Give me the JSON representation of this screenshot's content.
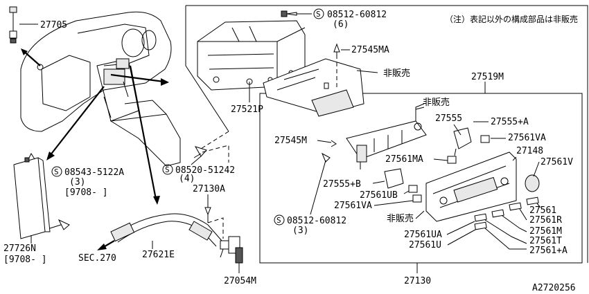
{
  "note": "（注）表記以外の構成部品は非販売",
  "figure_id": "A2720256",
  "labels": {
    "p27705": "27705",
    "b08512_60812_top": "08512-60812",
    "b08512_60812_top_qty": "(6)",
    "p27545MA": "27545MA",
    "not_sold_1": "非販売",
    "p27521P": "27521P",
    "p27519M": "27519M",
    "not_sold_2": "非販売",
    "p27555": "27555",
    "p27555A": "27555+A",
    "p27561VA_top": "27561VA",
    "p27545M": "27545M",
    "p27148": "27148",
    "p27561MA": "27561MA",
    "p27561V": "27561V",
    "p27555B": "27555+B",
    "p27561UB": "27561UB",
    "p27561VA_mid": "27561VA",
    "b08512_60812_mid": "08512-60812",
    "b08512_60812_mid_qty": "(3)",
    "not_sold_3": "非販売",
    "p27561": "27561",
    "p27561R": "27561R",
    "p27561M": "27561M",
    "p27561UA": "27561UA",
    "p27561T": "27561T",
    "p27561U": "27561U",
    "p27561A": "27561+A",
    "p27130_box": "27130",
    "b08543_5122A": "08543-5122A",
    "b08543_5122A_qty": "(3)",
    "b08543_5122A_date": "[9708-    ]",
    "b08520_51242": "08520-51242",
    "b08520_51242_qty": "(4)",
    "p27130A": "27130A",
    "p27726N": "27726N",
    "p27726N_date": "[9708-    ]",
    "p27621E": "27621E",
    "sec270": "SEC.270",
    "p27054M": "27054M",
    "screw_symbol": "S"
  }
}
